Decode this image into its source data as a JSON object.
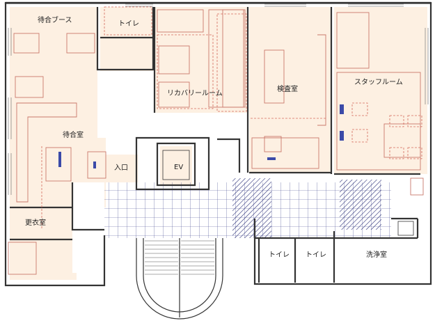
{
  "colors": {
    "room_fill": "#fdf0e2",
    "wall": "#333333",
    "furniture_line": "#c9776b",
    "dash_line": "#d46a5c",
    "tile_line": "#3a3f8a",
    "hatch": "#2b3077",
    "blue_accent": "#3b4aa8"
  },
  "rooms": {
    "waiting_booth": "待合ブース",
    "toilet_top": "トイレ",
    "recovery_room": "リカバリールーム",
    "exam_room": "検査室",
    "staff_room": "スタッフルーム",
    "waiting_room": "待合室",
    "entrance": "入口",
    "elevator": "EV",
    "changing_room": "更衣室",
    "toilet_1": "トイレ",
    "toilet_2": "トイレ",
    "washing_room": "洗浄室"
  }
}
